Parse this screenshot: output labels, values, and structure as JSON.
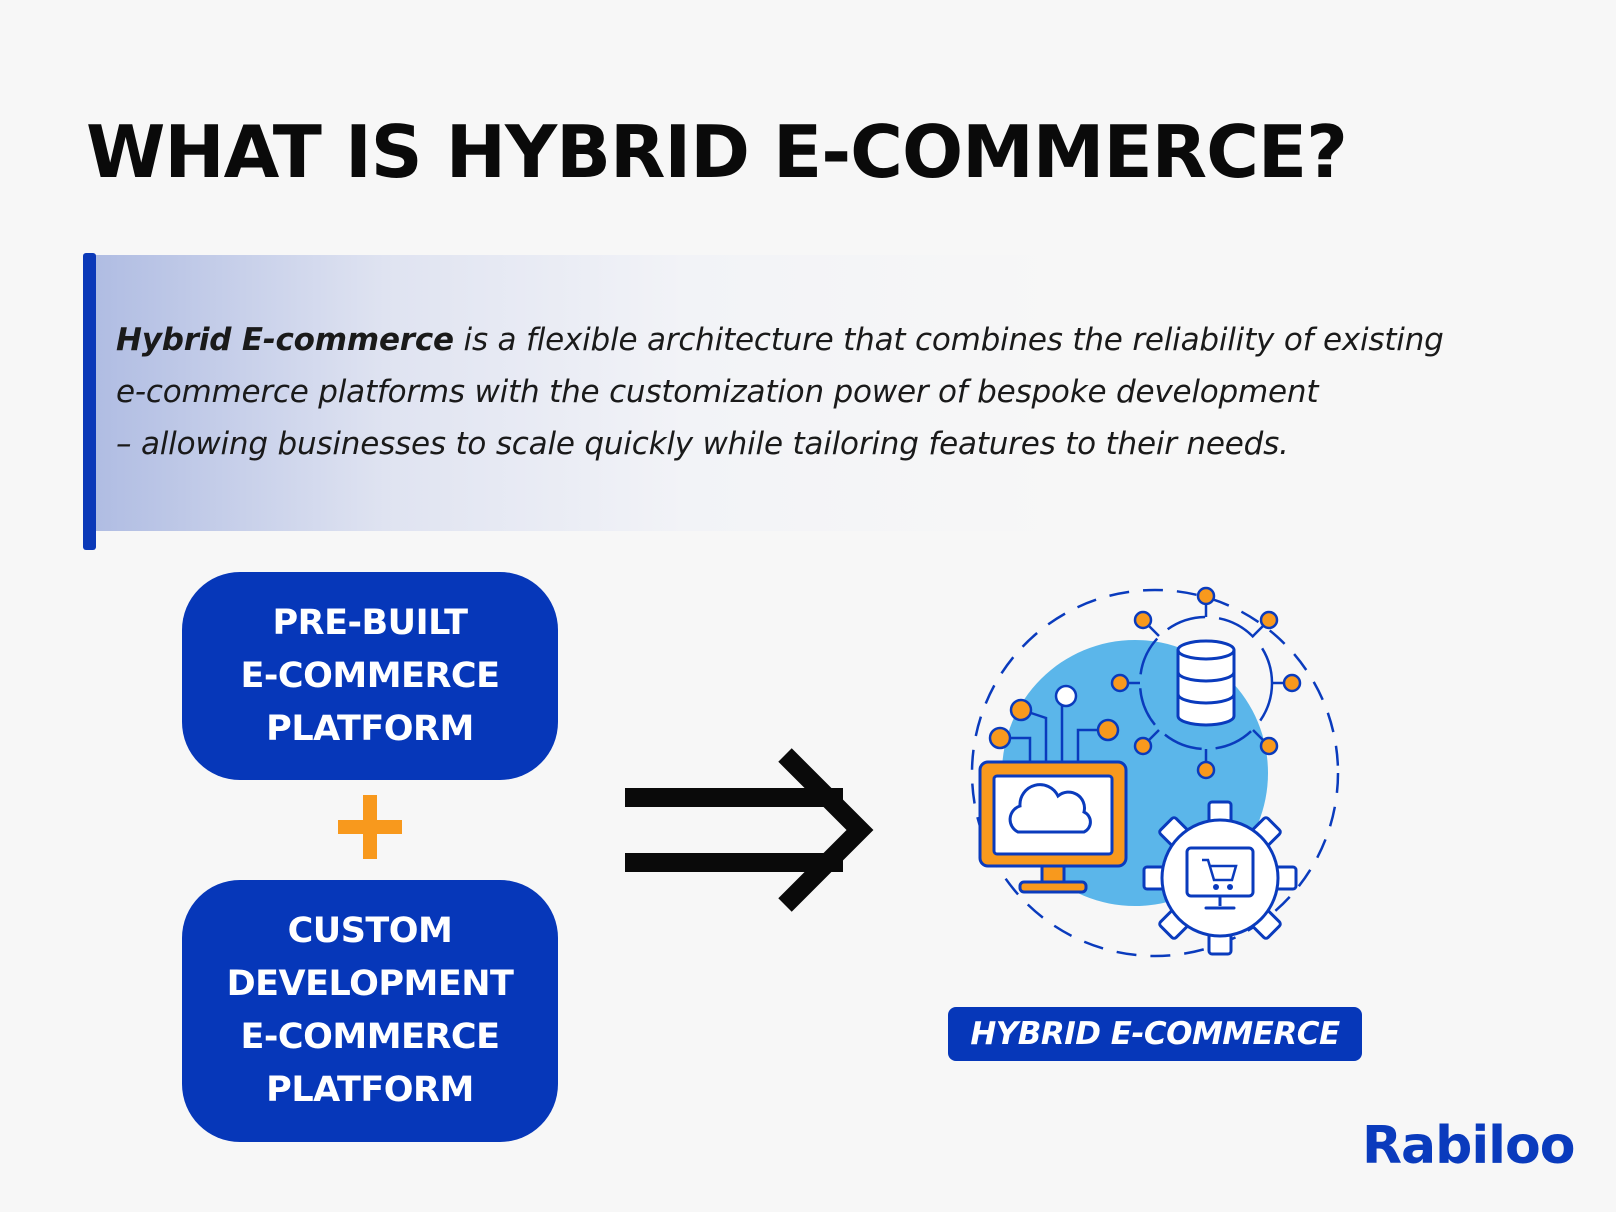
{
  "title": "WHAT IS HYBRID E-COMMERCE?",
  "definition": {
    "term": "Hybrid E-commerce",
    "line1_rest": " is a flexible architecture that combines the reliability of existing",
    "line2": "e-commerce platforms with the customization power of bespoke development",
    "line3": "– allowing businesses to scale quickly while tailoring features to their needs."
  },
  "components": [
    {
      "lines": [
        "PRE-BUILT",
        "E-COMMERCE",
        "PLATFORM"
      ]
    },
    {
      "lines": [
        "CUSTOM",
        "DEVELOPMENT",
        "E-COMMERCE",
        "PLATFORM"
      ]
    }
  ],
  "operators": {
    "plus_icon": "plus-icon",
    "arrow_icon": "implies-arrow-icon"
  },
  "result": {
    "illustration_icon": "hybrid-ecommerce-illustration-icon",
    "label": "HYBRID E-COMMERCE"
  },
  "brand": "Rabiloo",
  "colors": {
    "primary_blue": "#0637b9",
    "accent_orange": "#f8991d",
    "light_blue": "#5bb6ea",
    "text_dark": "#0a0a0a",
    "background": "#f7f7f7"
  }
}
